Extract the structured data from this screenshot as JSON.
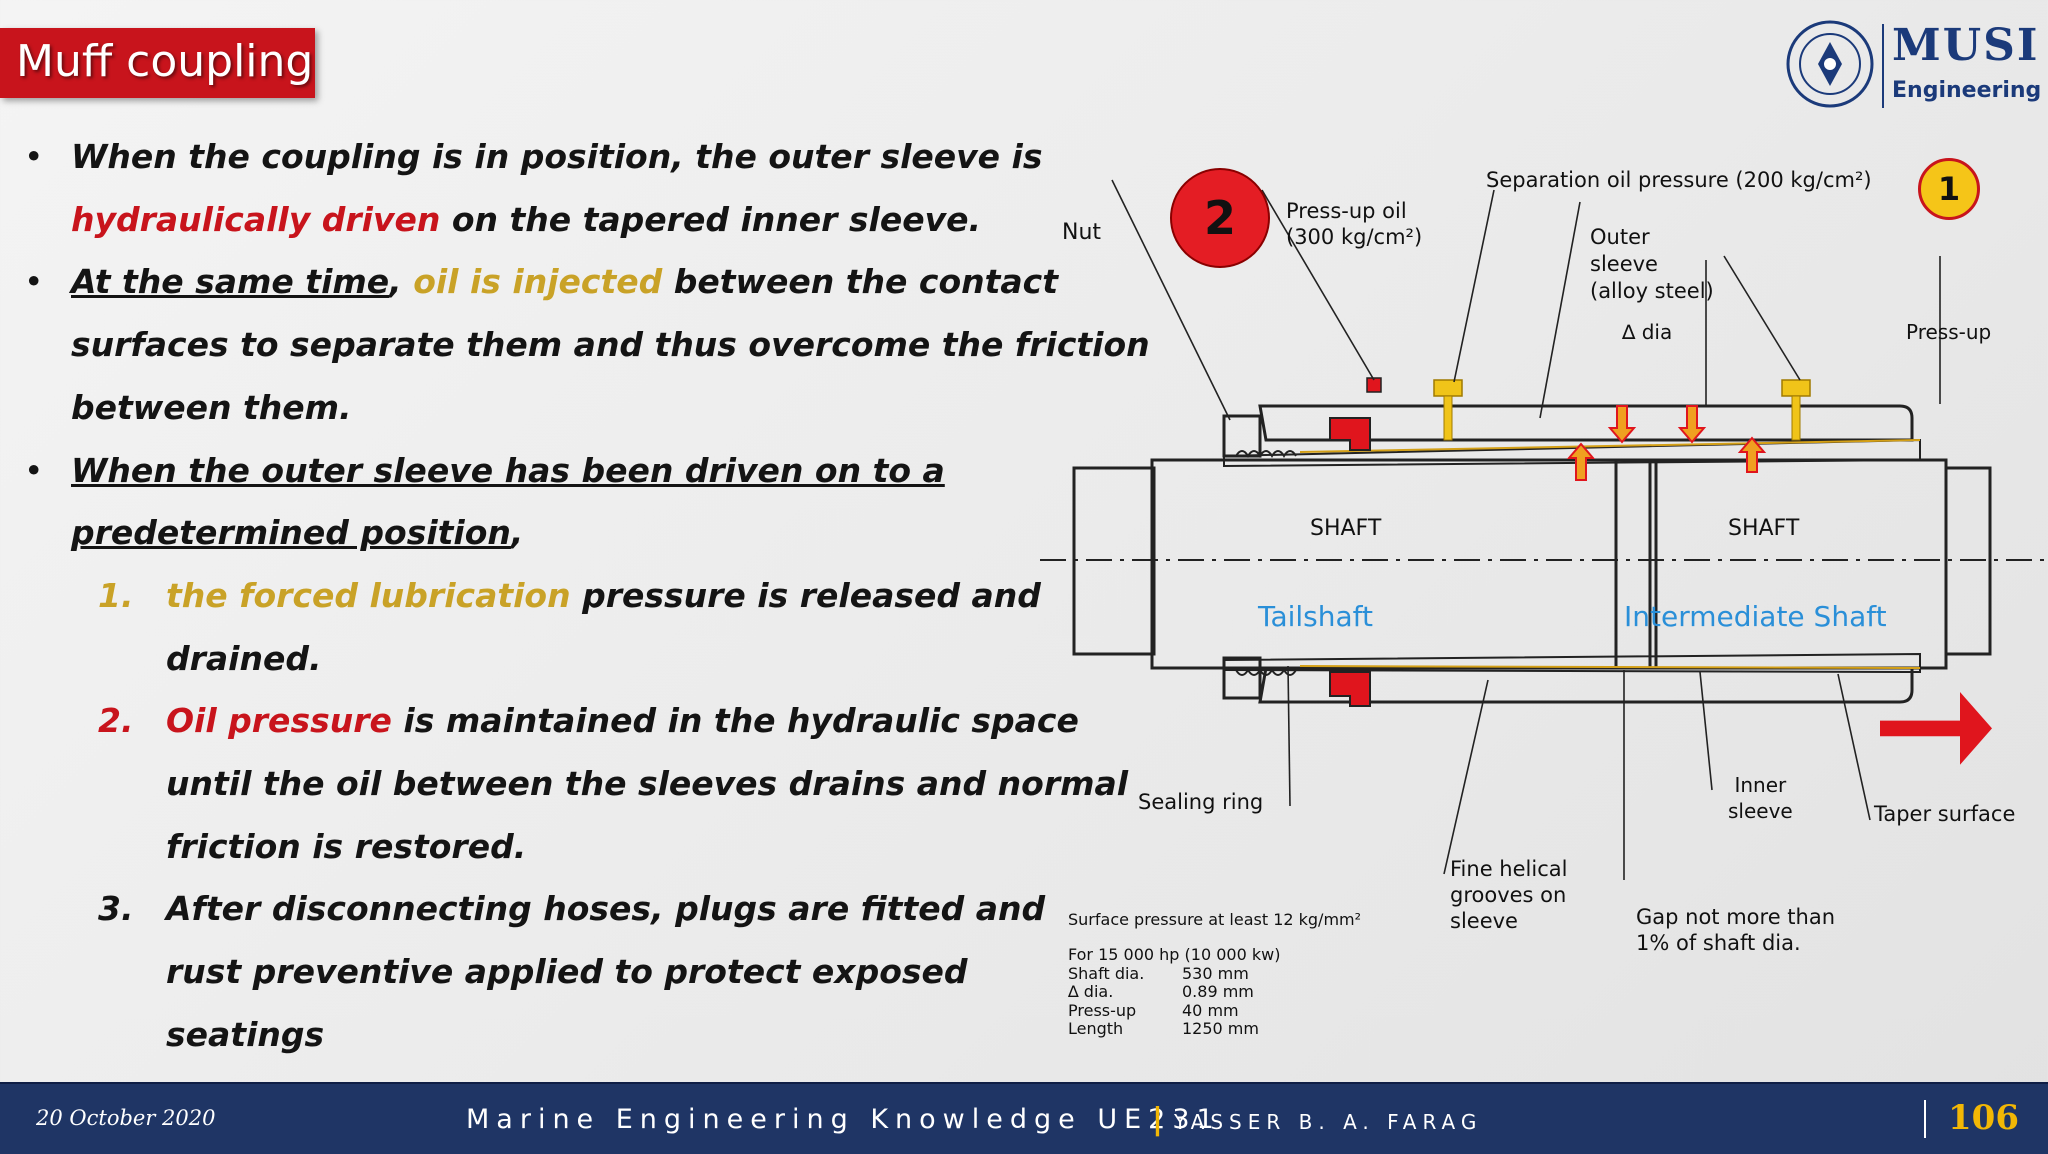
{
  "slide": {
    "title": "Muff coupling"
  },
  "logo": {
    "org": "MUSI",
    "dept": "Engineering"
  },
  "bullets": [
    {
      "p1": "When the coupling is in position, the outer sleeve is"
    },
    {
      "p1": "hydraulically driven",
      "p2": " on the tapered inner sleeve."
    },
    {
      "p1": "At the same time",
      "p2": ", ",
      "p3": "oil is injected",
      "p4": " between the contact"
    },
    {
      "p1": "surfaces to separate them and thus overcome the friction"
    },
    {
      "p1": "between them."
    },
    {
      "p1": "When the outer sleeve has been driven on to a"
    },
    {
      "p1": "predetermined position",
      "p2": ","
    }
  ],
  "steps": [
    {
      "num": "1.",
      "p1": "the forced lubrication",
      "p2": " pressure is released and",
      "cont": [
        "drained."
      ]
    },
    {
      "num": "2.",
      "p1": " Oil pressure",
      "p2": " is maintained in the hydraulic space",
      "cont": [
        "until the oil between the sleeves drains and normal",
        "friction is restored."
      ]
    },
    {
      "num": "3.",
      "p1": "After disconnecting hoses, plugs are fitted and",
      "cont": [
        "rust preventive applied to protect exposed",
        "seatings"
      ]
    }
  ],
  "diagram": {
    "badge1": "1",
    "badge2": "2",
    "nut": "Nut",
    "pressup_oil": [
      "Press-up oil",
      "(300 kg/cm²)"
    ],
    "separation": "Separation oil pressure (200 kg/cm²)",
    "outer_sleeve": [
      "Outer",
      "sleeve",
      "(alloy steel)"
    ],
    "dia": "∆ dia",
    "pressup": "Press-up",
    "shaft_left": "SHAFT",
    "shaft_right": "SHAFT",
    "tailshaft": "Tailshaft",
    "intermediate": "Intermediate Shaft",
    "sealing_ring": "Sealing ring",
    "inner_sleeve": [
      "Inner",
      "sleeve"
    ],
    "taper_surface": "Taper surface",
    "fine_helical": [
      "Fine helical",
      "grooves on",
      "sleeve"
    ],
    "gap": [
      "Gap not more than",
      "1% of shaft dia."
    ],
    "surface_pressure": "Surface pressure at least 12 kg/mm²",
    "spec_header": "For 15 000 hp (10 000 kw)",
    "specs": [
      {
        "k": "Shaft dia.",
        "v": "530 mm"
      },
      {
        "k": "∆ dia.",
        "v": "0.89 mm"
      },
      {
        "k": "Press-up",
        "v": "40 mm"
      },
      {
        "k": "Length",
        "v": "1250 mm"
      }
    ]
  },
  "footer": {
    "date": "20 October 2020",
    "course": "Marine Engineering Knowledge UE231",
    "sep": "|",
    "author": "YASSER B. A. FARAG",
    "page": "106"
  },
  "colors": {
    "accent_red": "#c8141c",
    "accent_gold": "#c9a227",
    "footer_bg": "#1f3565",
    "blue_label": "#2a8fd8"
  }
}
